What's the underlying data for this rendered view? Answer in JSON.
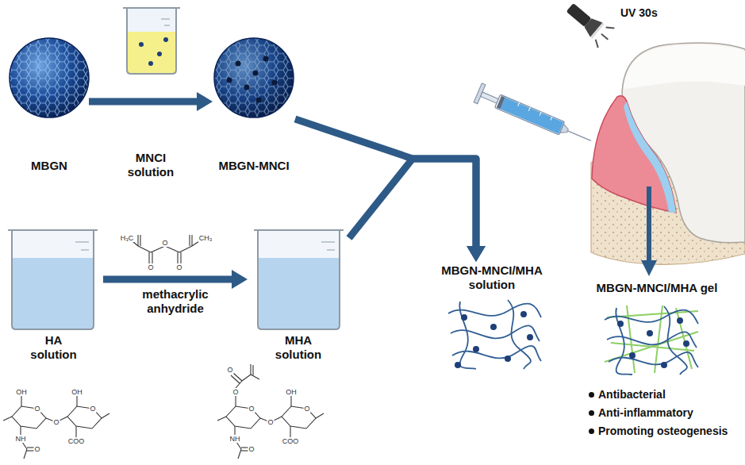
{
  "diagram": {
    "nodes": [
      {
        "text": [
          "MBGN"
        ]
      },
      {
        "text": [
          "MBGN-MNCI"
        ]
      },
      {
        "text": [
          "HA solution"
        ]
      },
      {
        "text": [
          "MHA solution"
        ]
      },
      {
        "text": [
          "MBGN-MNCI/MHA solution"
        ]
      },
      {
        "text": [
          "MBGN-MNCI/MHA gel"
        ]
      }
    ],
    "edges": [
      {
        "from": 0,
        "to": 1,
        "label": "MNCI solution",
        "arrow": "to"
      },
      {
        "from": 2,
        "to": 3,
        "label": "methacrylic anhydride",
        "arrow": "to"
      },
      {
        "from": 1,
        "to": 4,
        "arrow": "to"
      },
      {
        "from": 3,
        "to": 4,
        "arrow": "to"
      }
    ],
    "labels": [
      "UV 30s",
      "H₃C",
      "O",
      "CH₃",
      "O",
      "O",
      "OH",
      "O",
      "O",
      "NH",
      "O",
      "OH",
      "O",
      "COO",
      "O",
      "O",
      "O",
      "O",
      "NH",
      "O",
      "OH",
      "O",
      "COO",
      "Antibacterial",
      "Anti-inflammatory",
      "Promoting osteogenesis"
    ]
  }
}
